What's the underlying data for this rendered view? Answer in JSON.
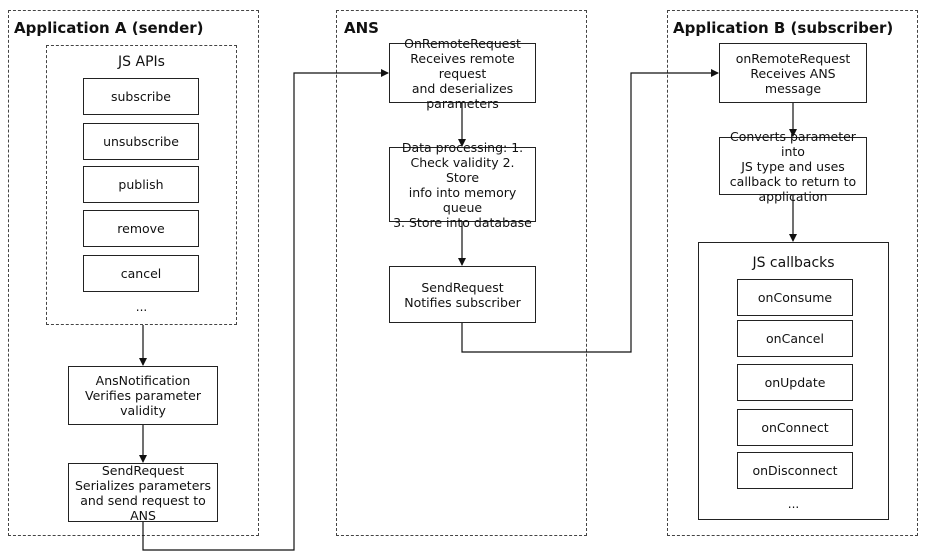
{
  "lanes": {
    "sender": {
      "title": "Application A (sender)",
      "js_apis": {
        "title": "JS APIs",
        "items": [
          "subscribe",
          "unsubscribe",
          "publish",
          "remove",
          "cancel"
        ],
        "more": "..."
      },
      "ans_notification": "AnsNotification\nVerifies parameter\nvalidity",
      "send_request": "SendRequest\nSerializes parameters\nand send request to ANS"
    },
    "ans": {
      "title": "ANS",
      "on_remote_request": "OnRemoteRequest\nReceives remote request\nand deserializes\nparameters",
      "data_processing": "Data processing: 1.\nCheck validity 2. Store\ninfo into memory queue\n3. Store into database",
      "send_request": "SendRequest\nNotifies subscriber"
    },
    "subscriber": {
      "title": "Application B (subscriber)",
      "on_remote_request": "onRemoteRequest\nReceives ANS message",
      "converts": "Converts parameter into\nJS type and uses\ncallback to return to\napplication",
      "js_callbacks": {
        "title": "JS callbacks",
        "items": [
          "onConsume",
          "onCancel",
          "onUpdate",
          "onConnect",
          "onDisconnect"
        ],
        "more": "..."
      }
    }
  }
}
